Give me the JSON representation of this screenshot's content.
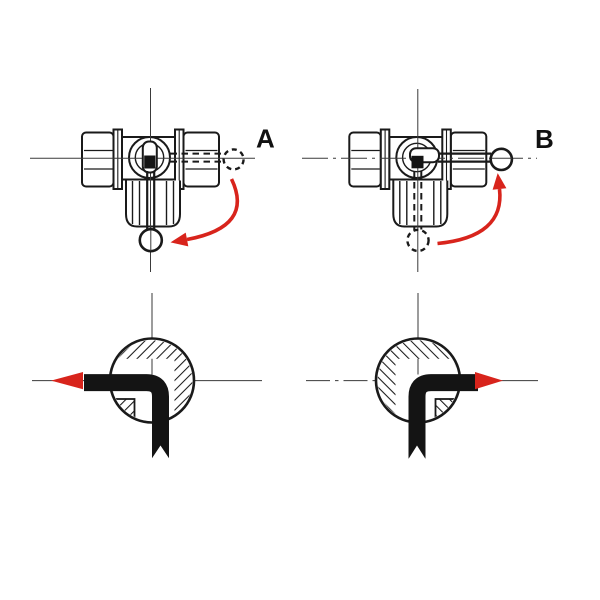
{
  "diagram": {
    "title_labels": {
      "position_a": "A",
      "position_b": "B"
    },
    "colors": {
      "red": "#d8241c",
      "ink": "#1a1a1a",
      "centerline": "#3a3a3a"
    },
    "icons": {
      "rotation_arrow": "curved-red-arrow",
      "flow_arrow": "red-triangle-arrowhead"
    }
  }
}
